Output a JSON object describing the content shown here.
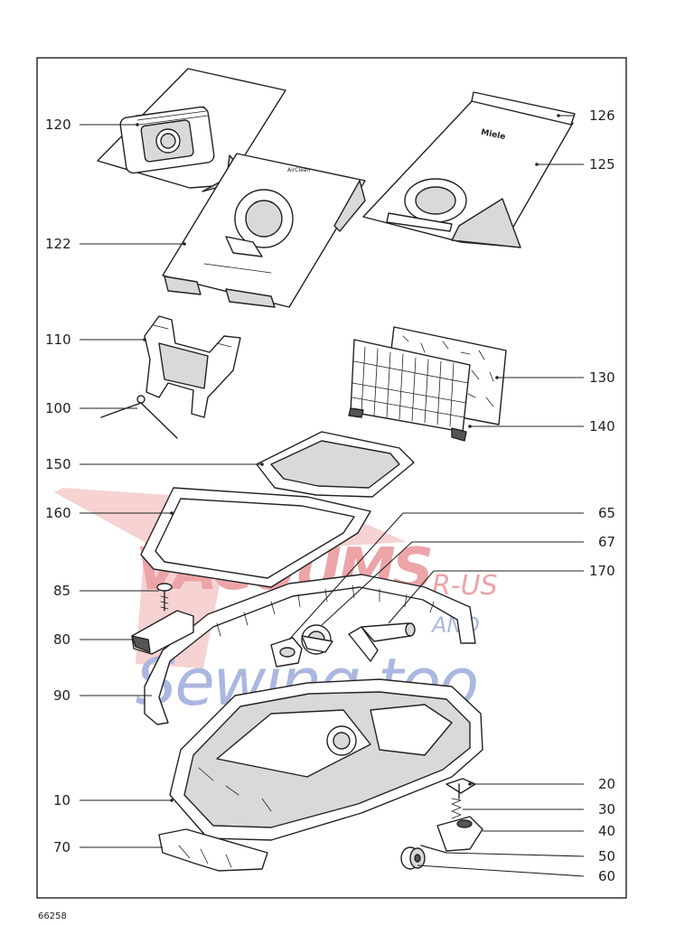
{
  "drawing_number": "66258",
  "corner_mark": "",
  "watermark": {
    "line1": "VACUUMS",
    "line2": "R-US",
    "line3": "AND",
    "line4": "Sewing too",
    "colors": {
      "red": "#e8868a",
      "blue": "#8f9fd6"
    }
  },
  "bag_brand": "Miele",
  "bag_label": "AirClean",
  "callouts": {
    "c120": "120",
    "c122": "122",
    "c126": "126",
    "c125": "125",
    "c110": "110",
    "c100": "100",
    "c130": "130",
    "c140": "140",
    "c150": "150",
    "c160": "160",
    "c65": "65",
    "c67": "67",
    "c170": "170",
    "c85": "85",
    "c80": "80",
    "c90": "90",
    "c10": "10",
    "c20": "20",
    "c30": "30",
    "c40": "40",
    "c70": "70",
    "c50": "50",
    "c60": "60"
  }
}
